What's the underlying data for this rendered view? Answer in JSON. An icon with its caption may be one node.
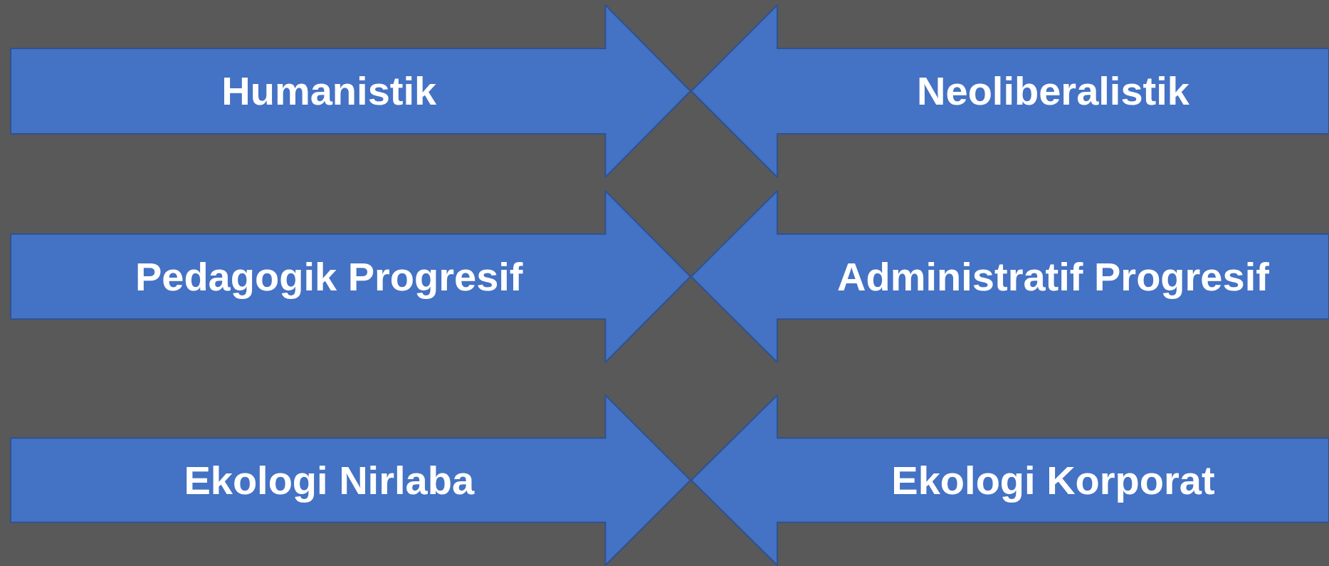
{
  "diagram": {
    "nodes": [
      {
        "text": [
          "Humanistik"
        ]
      },
      {
        "text": [
          "Neoliberalistik"
        ]
      },
      {
        "text": [
          "Pedagogik Progresif"
        ]
      },
      {
        "text": [
          "Administratif Progresif"
        ]
      },
      {
        "text": [
          "Ekologi Nirlaba"
        ]
      },
      {
        "text": [
          "Ekologi Korporat"
        ]
      }
    ]
  }
}
